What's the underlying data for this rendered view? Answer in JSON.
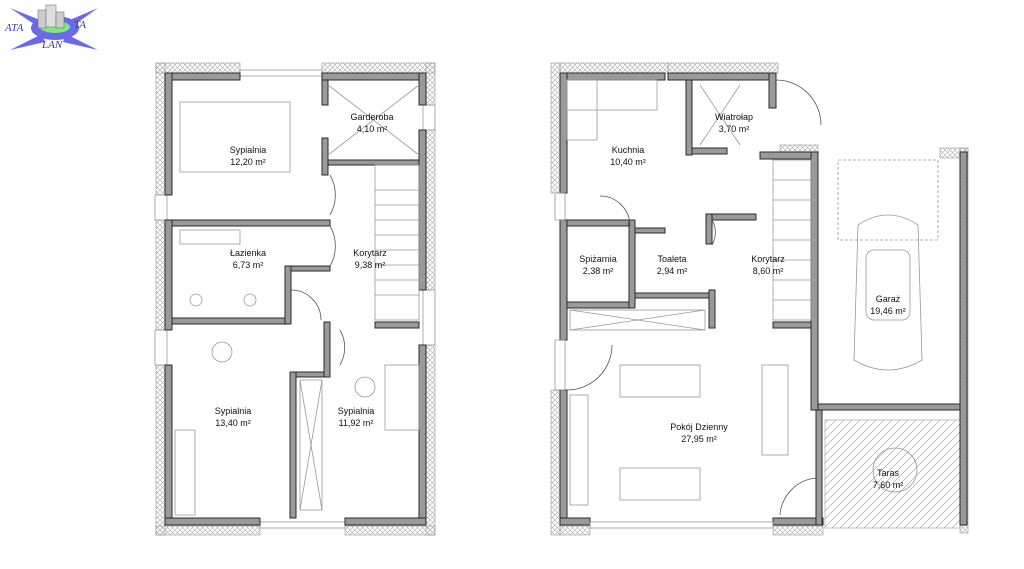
{
  "logo": {
    "text_left": "ATA",
    "text_right": "TA",
    "text_bottom": "LAN",
    "brand_color": "#6a6ae8"
  },
  "upper_floor": {
    "rooms": [
      {
        "name": "Sypialnia",
        "area": "12,20 m²"
      },
      {
        "name": "Garderoba",
        "area": "4,10 m²"
      },
      {
        "name": "Łazienka",
        "area": "6,73 m²"
      },
      {
        "name": "Korytarz",
        "area": "9,38 m²"
      },
      {
        "name": "Sypialnia",
        "area": "13,40 m²"
      },
      {
        "name": "Sypialnia",
        "area": "11,92 m²"
      }
    ]
  },
  "ground_floor": {
    "rooms": [
      {
        "name": "Kuchnia",
        "area": "10,40 m²"
      },
      {
        "name": "Wiatrołap",
        "area": "3,70 m²"
      },
      {
        "name": "Spiżarnia",
        "area": "2,38 m²"
      },
      {
        "name": "Toaleta",
        "area": "2,94 m²"
      },
      {
        "name": "Korytarz",
        "area": "8,60 m²"
      },
      {
        "name": "Garaż",
        "area": "19,46 m²"
      },
      {
        "name": "Pokój Dzienny",
        "area": "27,95 m²"
      },
      {
        "name": "Taras",
        "area": "7,60 m²"
      }
    ]
  }
}
